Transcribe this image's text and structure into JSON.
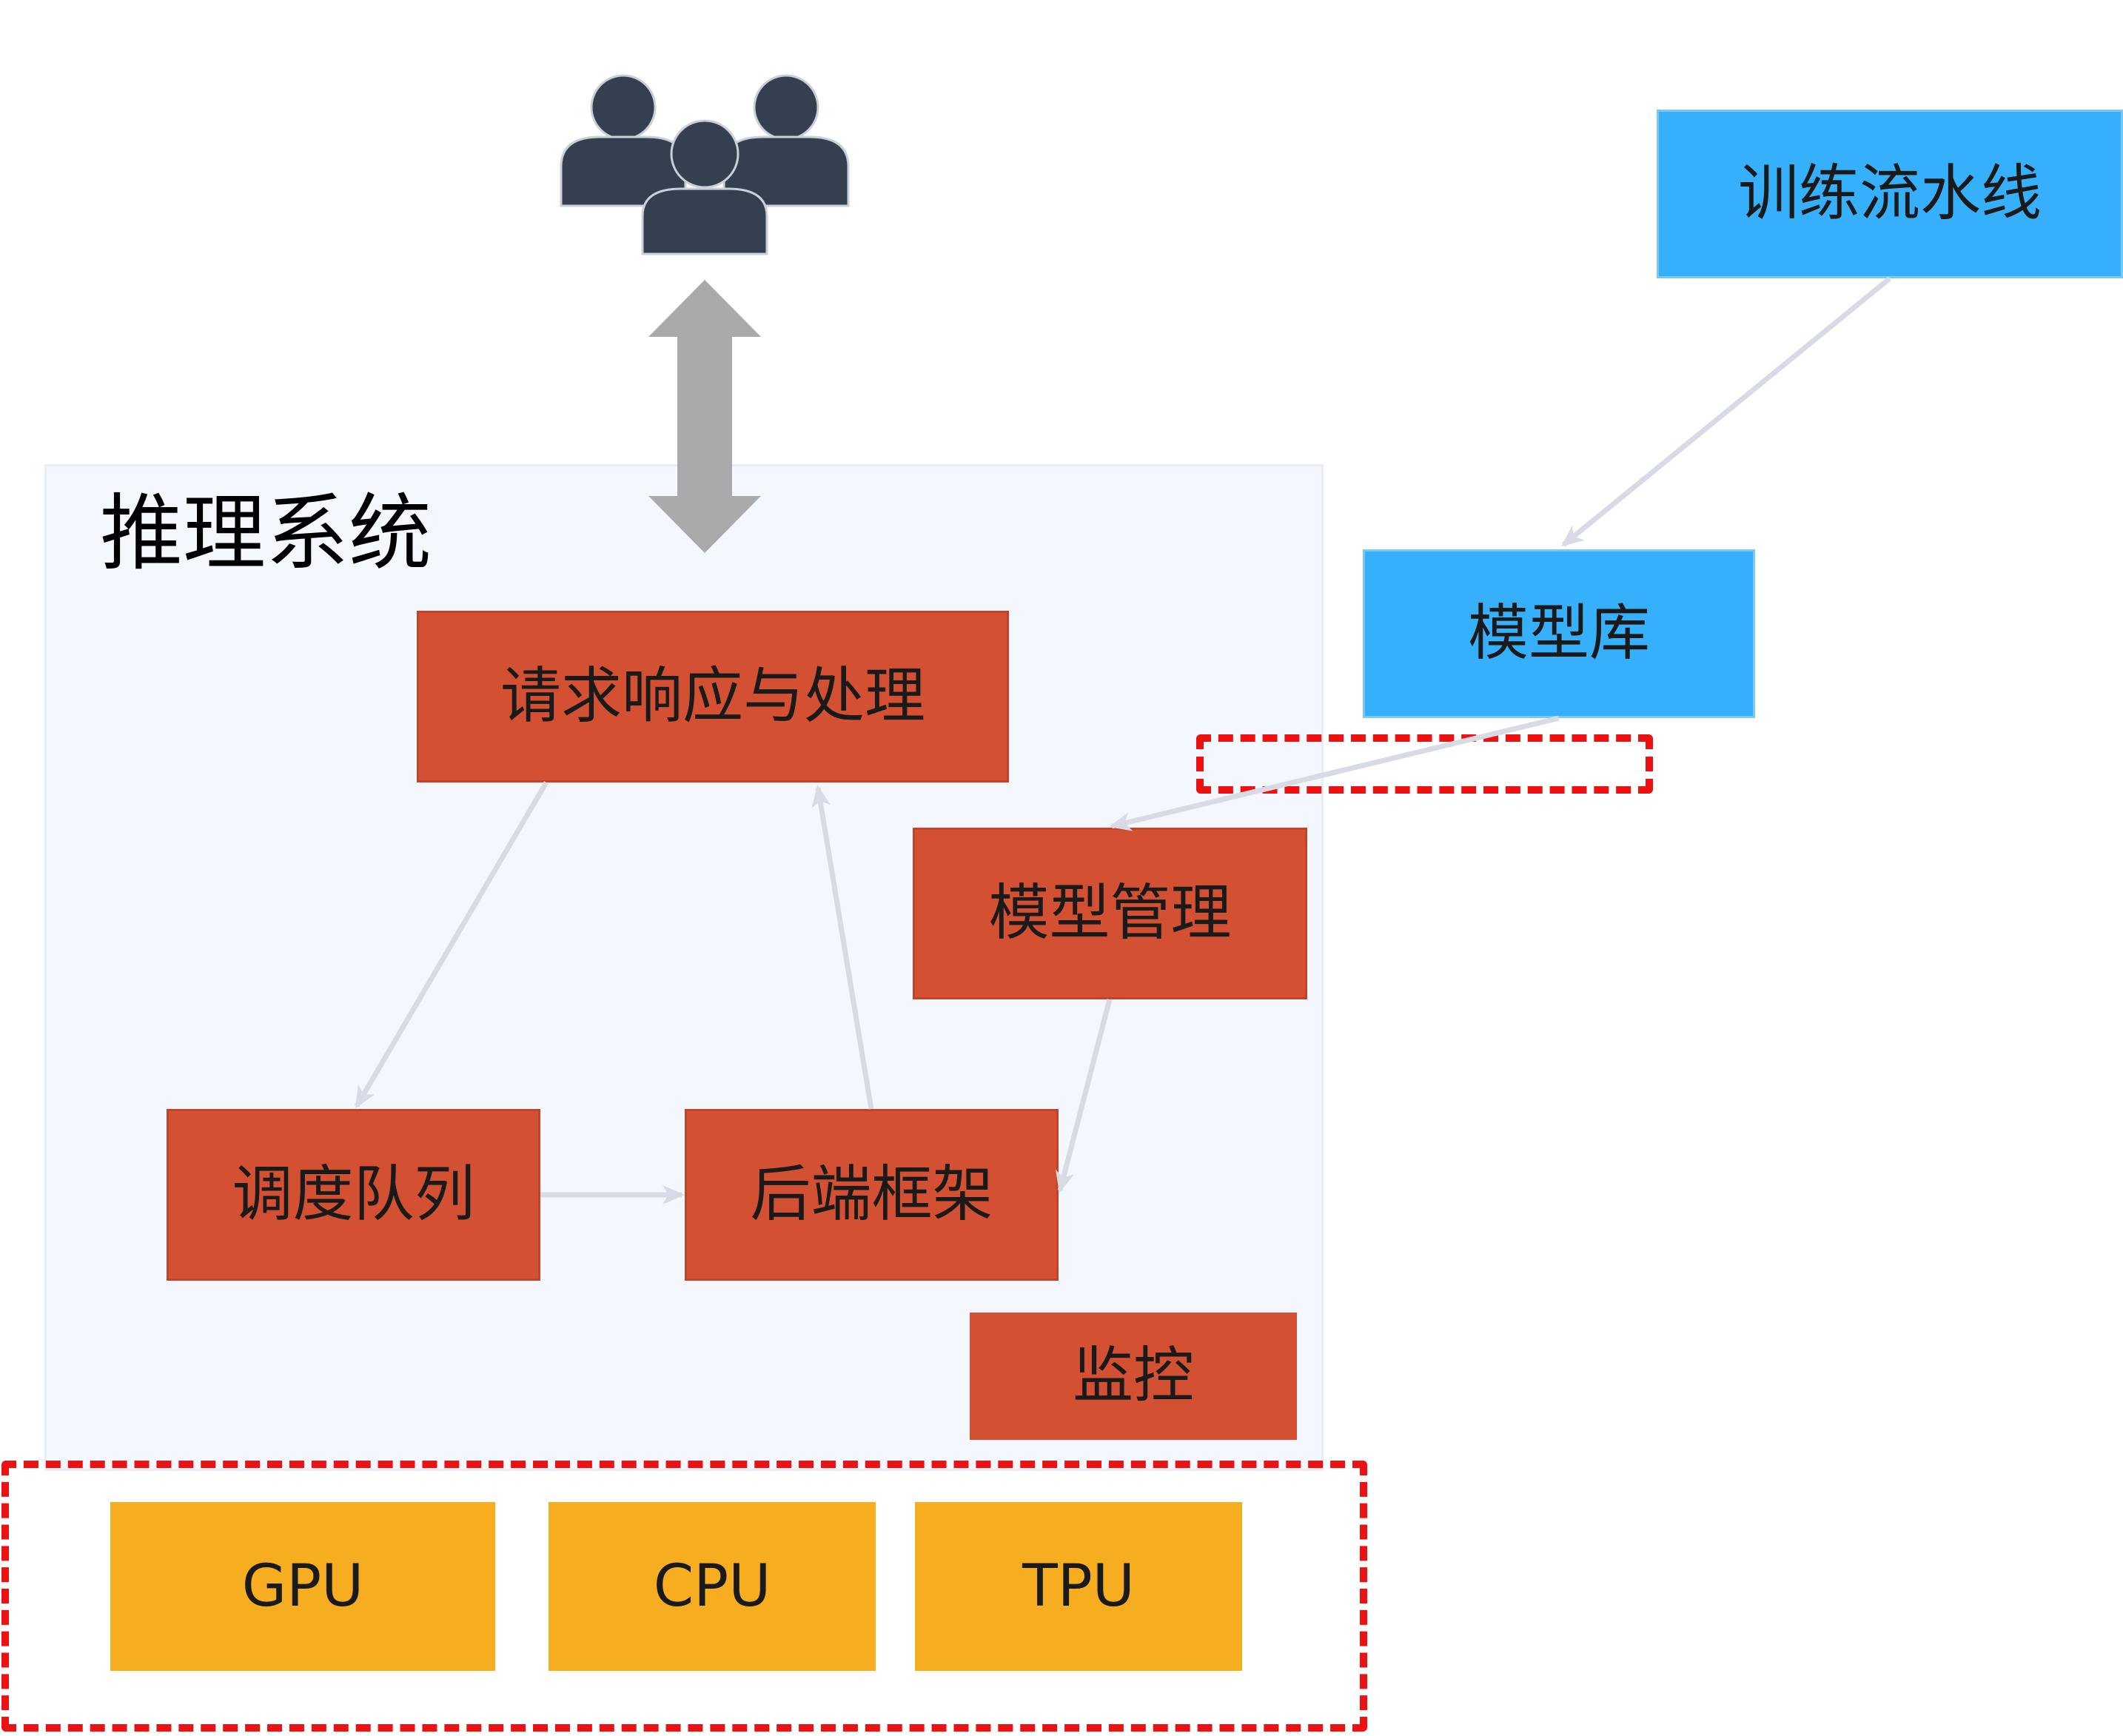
{
  "colors": {
    "system_panel_bg": "#f4f7fd",
    "component_red": "#d45032",
    "storage_blue": "#37b0fc",
    "hardware_yellow": "#f6ad1f",
    "highlight_red_dash": "#ee1111",
    "connector_gray": "#d8dbe6",
    "users_icon": "#353f4f",
    "big_arrow_gray": "#aaaaaa"
  },
  "users": {
    "icon": "users-group-icon"
  },
  "system": {
    "title": "推理系统",
    "components": {
      "request": "请求响应与处理",
      "model_mgmt": "模型管理",
      "scheduler": "调度队列",
      "backend": "后端框架",
      "monitor": "监控"
    }
  },
  "external": {
    "training": "训练流水线",
    "model_repo": "模型库"
  },
  "hardware": {
    "gpu": "GPU",
    "cpu": "CPU",
    "tpu": "TPU"
  }
}
